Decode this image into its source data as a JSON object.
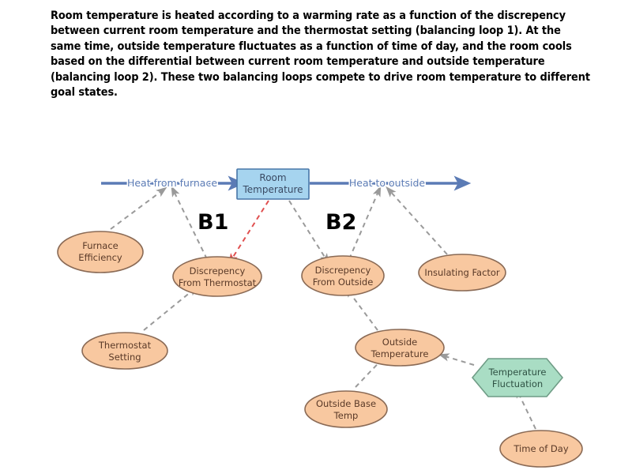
{
  "description": "Room temperature is heated according to a warming rate as a function of the discrepency between current room temperature and the thermostat setting (balancing loop 1). At the same time, outside temperature fluctuates as a function of time of day, and the room cools based on the differential between current room temperature and outside temperature (balancing loop 2). These two balancing loops compete to drive room temperature to different goal states.",
  "diagram": {
    "title": "Room temperature causal loop diagram",
    "colors": {
      "stock_fill": "#a6d4ef",
      "stock_border": "#4876a8",
      "flow_arrow": "#5b7bb5",
      "variable_fill": "#f8c8a0",
      "variable_border": "#8a6a55",
      "auxiliary_fill": "#a9ddc4",
      "auxiliary_border": "#6f9c86",
      "link": "#9a9a9a",
      "link_negative": "#e05050",
      "loop_label": "#000000",
      "flow_label": "#5b7bb5",
      "node_label": "#5a3a28"
    },
    "stock": {
      "id": "room-temperature",
      "label_line1": "Room",
      "label_line2": "Temperature"
    },
    "flows": [
      {
        "id": "heat-from-furnace",
        "label": "Heat from furnace",
        "direction": "inflow"
      },
      {
        "id": "heat-to-outside",
        "label": "Heat to outside",
        "direction": "outflow"
      }
    ],
    "loop_labels": [
      {
        "id": "b1",
        "label": "B1",
        "meaning": "balancing loop 1"
      },
      {
        "id": "b2",
        "label": "B2",
        "meaning": "balancing loop 2"
      }
    ],
    "variables": [
      {
        "id": "furnace-efficiency",
        "shape": "ellipse",
        "label_line1": "Furnace",
        "label_line2": "Efficiency"
      },
      {
        "id": "discrepency-from-thermostat",
        "shape": "ellipse",
        "label_line1": "Discrepency",
        "label_line2": "From Thermostat"
      },
      {
        "id": "discrepency-from-outside",
        "shape": "ellipse",
        "label_line1": "Discrepency",
        "label_line2": "From Outside"
      },
      {
        "id": "insulating-factor",
        "shape": "ellipse",
        "label_line1": "Insulating Factor",
        "label_line2": ""
      },
      {
        "id": "thermostat-setting",
        "shape": "ellipse",
        "label_line1": "Thermostat",
        "label_line2": "Setting"
      },
      {
        "id": "outside-temperature",
        "shape": "ellipse",
        "label_line1": "Outside",
        "label_line2": "Temperature"
      },
      {
        "id": "outside-base-temp",
        "shape": "ellipse",
        "label_line1": "Outside Base",
        "label_line2": "Temp"
      },
      {
        "id": "time-of-day",
        "shape": "ellipse",
        "label_line1": "Time of Day",
        "label_line2": ""
      },
      {
        "id": "temperature-fluctuation",
        "shape": "hexagon",
        "label_line1": "Temperature",
        "label_line2": "Fluctuation"
      }
    ],
    "links": [
      {
        "from": "furnace-efficiency",
        "to": "heat-from-furnace",
        "style": "dashed",
        "polarity": "positive"
      },
      {
        "from": "discrepency-from-thermostat",
        "to": "heat-from-furnace",
        "style": "dashed",
        "polarity": "positive"
      },
      {
        "from": "room-temperature",
        "to": "discrepency-from-thermostat",
        "style": "dashed",
        "polarity": "negative"
      },
      {
        "from": "thermostat-setting",
        "to": "discrepency-from-thermostat",
        "style": "dashed",
        "polarity": "positive"
      },
      {
        "from": "room-temperature",
        "to": "discrepency-from-outside",
        "style": "dashed",
        "polarity": "positive"
      },
      {
        "from": "discrepency-from-outside",
        "to": "heat-to-outside",
        "style": "dashed",
        "polarity": "positive"
      },
      {
        "from": "insulating-factor",
        "to": "heat-to-outside",
        "style": "dashed",
        "polarity": "positive"
      },
      {
        "from": "outside-temperature",
        "to": "discrepency-from-outside",
        "style": "dashed",
        "polarity": "positive"
      },
      {
        "from": "outside-base-temp",
        "to": "outside-temperature",
        "style": "dashed",
        "polarity": "positive"
      },
      {
        "from": "temperature-fluctuation",
        "to": "outside-temperature",
        "style": "dashed",
        "polarity": "positive"
      },
      {
        "from": "time-of-day",
        "to": "temperature-fluctuation",
        "style": "dashed",
        "polarity": "positive"
      }
    ]
  }
}
